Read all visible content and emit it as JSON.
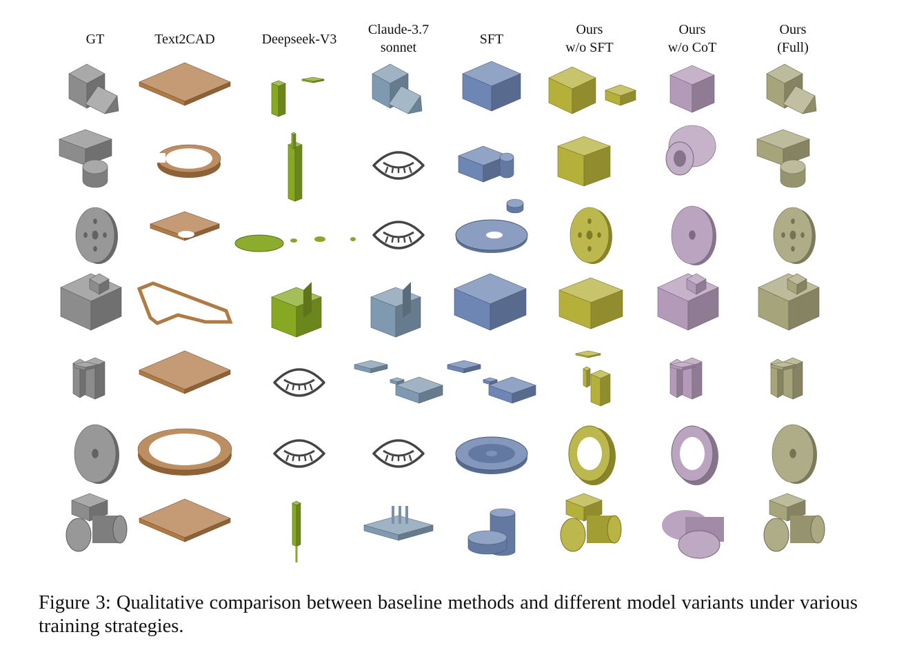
{
  "figure": {
    "columns": [
      {
        "line1": "GT",
        "line2": ""
      },
      {
        "line1": "Text2CAD",
        "line2": ""
      },
      {
        "line1": "Deepseek-V3",
        "line2": ""
      },
      {
        "line1": "Claude-3.7",
        "line2": "sonnet"
      },
      {
        "line1": "SFT",
        "line2": ""
      },
      {
        "line1": "Ours",
        "line2": "w/o SFT"
      },
      {
        "line1": "Ours",
        "line2": "w/o CoT"
      },
      {
        "line1": "Ours",
        "line2": "(Full)"
      }
    ],
    "column_colors": [
      "#8c8c8c",
      "#b07a45",
      "#86a823",
      "#7f9ab0",
      "#6e86b3",
      "#b5b03a",
      "#b39ab8",
      "#a6a47a"
    ],
    "rows": [
      [
        "box-wedge",
        "flat-plate",
        "bar-pieces",
        "box-wedge",
        "stepped-box",
        "box-pair",
        "cube",
        "box-wedge"
      ],
      [
        "box-cylinder",
        "c-ring",
        "tall-rod",
        "closed-eye-icon",
        "box-boss",
        "box-pin",
        "tube",
        "box-cylinder"
      ],
      [
        "disc-holes",
        "plate-washer",
        "flat-disc-dots",
        "closed-eye-icon",
        "disc-boss",
        "disc-holes",
        "disc-hole",
        "disc-holes"
      ],
      [
        "notched-block",
        "frame-outline",
        "block-wedge",
        "block-wedge",
        "long-block",
        "block-overhang",
        "notched-block",
        "notched-block"
      ],
      [
        "bracket",
        "flat-plate",
        "closed-eye-icon",
        "bar-pieces-3",
        "bar-pieces-3",
        "bracket-parts",
        "bracket",
        "bracket"
      ],
      [
        "slotted-disc",
        "ring",
        "closed-eye-icon",
        "closed-eye-icon",
        "ring-boss",
        "ring-tilt",
        "ring-tilt",
        "slotted-disc"
      ],
      [
        "cyl-assembly",
        "flat-plate",
        "rod",
        "base-pins",
        "cyl-boss",
        "cyl-assembly",
        "cyl-pair",
        "cyl-assembly"
      ]
    ]
  },
  "caption": {
    "text": "Figure 3: Qualitative comparison between baseline methods and different model variants under various training strategies."
  }
}
